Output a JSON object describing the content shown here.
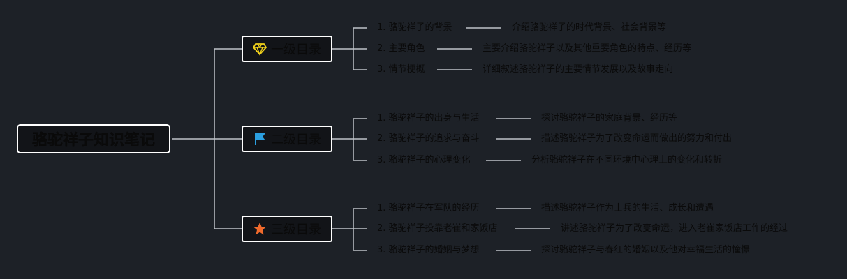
{
  "root": {
    "title": "骆驼祥子知识笔记"
  },
  "branches": [
    {
      "label": "一级目录",
      "icon": "diamond-icon",
      "color": "#f2d21b",
      "items": [
        {
          "num": "1.",
          "text": "骆驼祥子的背景",
          "desc": "介绍骆驼祥子的时代背景、社会背景等"
        },
        {
          "num": "2.",
          "text": "主要角色",
          "desc": "主要介绍骆驼祥子以及其他重要角色的特点、经历等"
        },
        {
          "num": "3.",
          "text": "情节梗概",
          "desc": "详细叙述骆驼祥子的主要情节发展以及故事走向"
        }
      ]
    },
    {
      "label": "二级目录",
      "icon": "flag-icon",
      "color": "#2b9fe0",
      "items": [
        {
          "num": "1.",
          "text": "骆驼祥子的出身与生活",
          "desc": "探讨骆驼祥子的家庭背景、经历等"
        },
        {
          "num": "2.",
          "text": "骆驼祥子的追求与奋斗",
          "desc": "描述骆驼祥子为了改变命运而做出的努力和付出"
        },
        {
          "num": "3.",
          "text": "骆驼祥子的心理变化",
          "desc": "分析骆驼祥子在不同环境中心理上的变化和转折"
        }
      ]
    },
    {
      "label": "三级目录",
      "icon": "star-icon",
      "color": "#f06a2c",
      "items": [
        {
          "num": "1.",
          "text": "骆驼祥子在军队的经历",
          "desc": "描述骆驼祥子作为士兵的生活、成长和遭遇"
        },
        {
          "num": "2.",
          "text": "骆驼祥子投靠老崔和家饭店",
          "desc": "讲述骆驼祥子为了改变命运，进入老崔家饭店工作的经过"
        },
        {
          "num": "3.",
          "text": "骆驼祥子的婚姻与梦想",
          "desc": "探讨骆驼祥子与春红的婚姻以及他对幸福生活的憧憬"
        }
      ]
    }
  ]
}
